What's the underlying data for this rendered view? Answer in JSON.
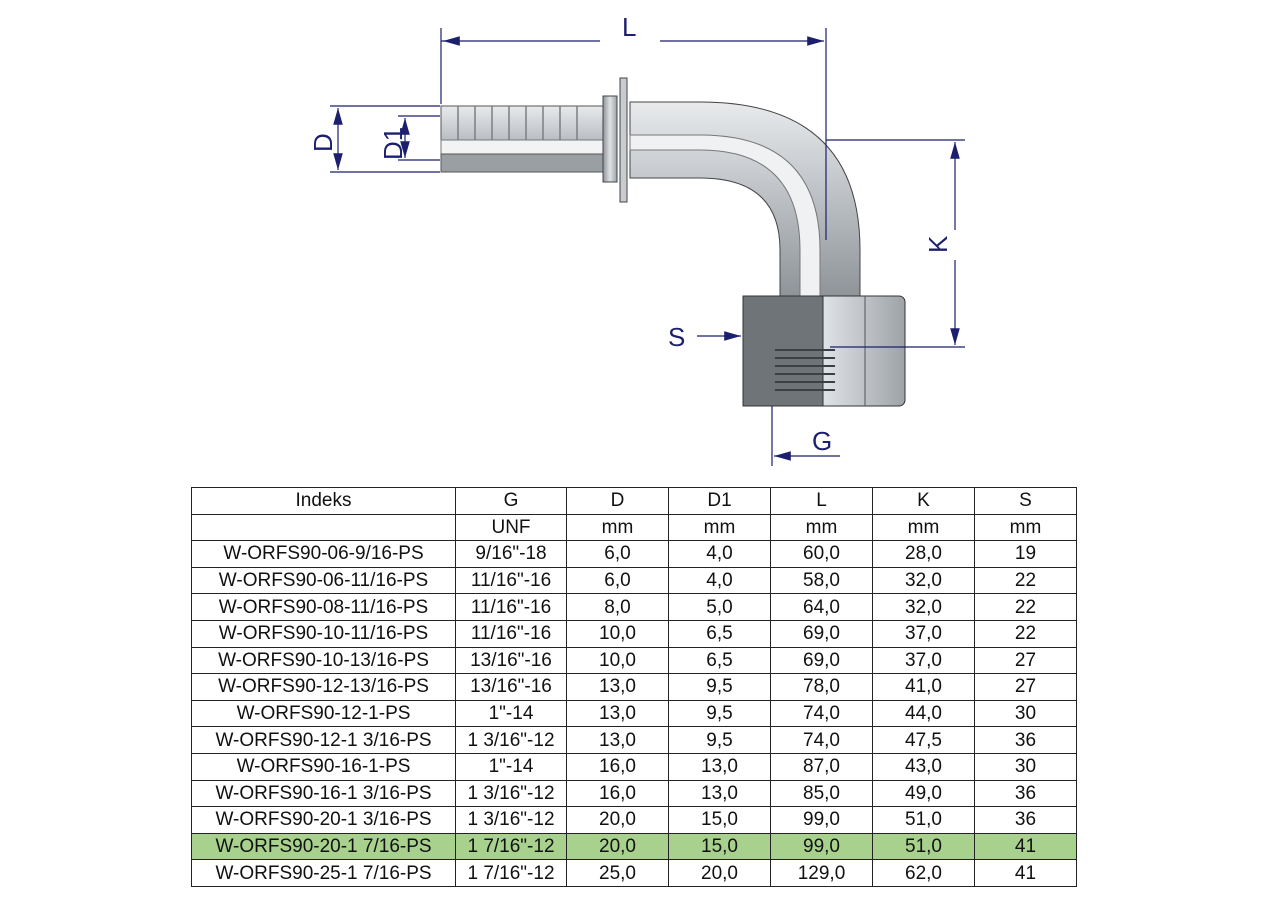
{
  "drawing": {
    "dimension_labels": {
      "L": "L",
      "D": "D",
      "D1": "D1",
      "K": "K",
      "S": "S",
      "G": "G"
    },
    "colors": {
      "dimension": "#1b1f6e",
      "metal": "#b8bcc0",
      "highlight": "#a9d18e"
    }
  },
  "table": {
    "headers": [
      "Indeks",
      "G",
      "D",
      "D1",
      "L",
      "K",
      "S"
    ],
    "units": [
      "",
      "UNF",
      "mm",
      "mm",
      "mm",
      "mm",
      "mm"
    ],
    "rows": [
      [
        "W-ORFS90-06-9/16-PS",
        "9/16\"-18",
        "6,0",
        "4,0",
        "60,0",
        "28,0",
        "19"
      ],
      [
        "W-ORFS90-06-11/16-PS",
        "11/16\"-16",
        "6,0",
        "4,0",
        "58,0",
        "32,0",
        "22"
      ],
      [
        "W-ORFS90-08-11/16-PS",
        "11/16\"-16",
        "8,0",
        "5,0",
        "64,0",
        "32,0",
        "22"
      ],
      [
        "W-ORFS90-10-11/16-PS",
        "11/16\"-16",
        "10,0",
        "6,5",
        "69,0",
        "37,0",
        "22"
      ],
      [
        "W-ORFS90-10-13/16-PS",
        "13/16\"-16",
        "10,0",
        "6,5",
        "69,0",
        "37,0",
        "27"
      ],
      [
        "W-ORFS90-12-13/16-PS",
        "13/16\"-16",
        "13,0",
        "9,5",
        "78,0",
        "41,0",
        "27"
      ],
      [
        "W-ORFS90-12-1-PS",
        "1\"-14",
        "13,0",
        "9,5",
        "74,0",
        "44,0",
        "30"
      ],
      [
        "W-ORFS90-12-1 3/16-PS",
        "1 3/16\"-12",
        "13,0",
        "9,5",
        "74,0",
        "47,5",
        "36"
      ],
      [
        "W-ORFS90-16-1-PS",
        "1\"-14",
        "16,0",
        "13,0",
        "87,0",
        "43,0",
        "30"
      ],
      [
        "W-ORFS90-16-1 3/16-PS",
        "1 3/16\"-12",
        "16,0",
        "13,0",
        "85,0",
        "49,0",
        "36"
      ],
      [
        "W-ORFS90-20-1 3/16-PS",
        "1 3/16\"-12",
        "20,0",
        "15,0",
        "99,0",
        "51,0",
        "36"
      ],
      [
        "W-ORFS90-20-1 7/16-PS",
        "1 7/16\"-12",
        "20,0",
        "15,0",
        "99,0",
        "51,0",
        "41"
      ],
      [
        "W-ORFS90-25-1 7/16-PS",
        "1 7/16\"-12",
        "25,0",
        "20,0",
        "129,0",
        "62,0",
        "41"
      ]
    ],
    "highlighted_row": 11
  }
}
